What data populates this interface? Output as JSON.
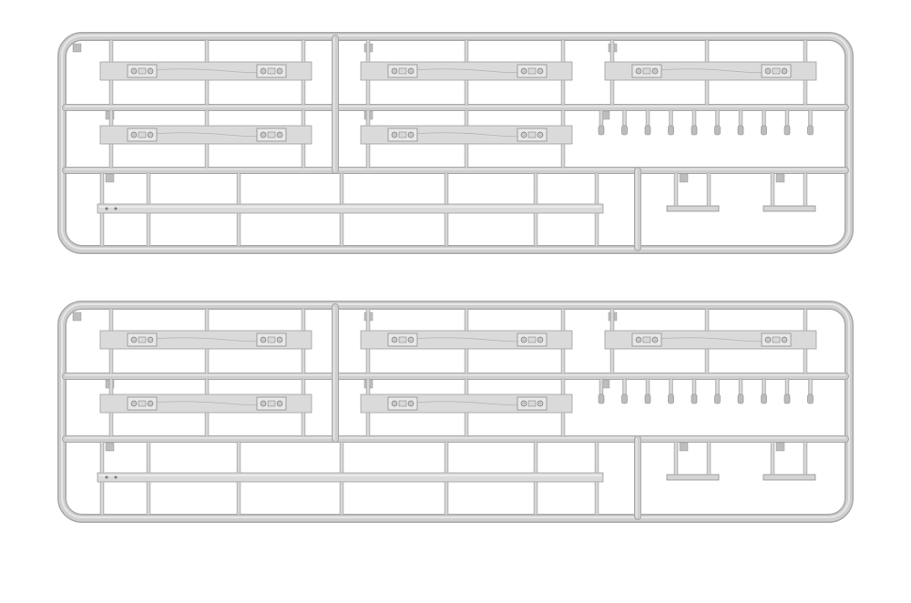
{
  "scene": {
    "subject": "plastic-model-sprue",
    "sprue_count": 2,
    "background_color": "#ffffff",
    "plastic_color": "#cfcfcf",
    "plastic_highlight": "#e6e6e6",
    "plastic_shadow": "#a9a9a9",
    "part_color": "#dadada",
    "part_edge": "#9e9e9e"
  },
  "sprues": [
    {
      "id": "upper",
      "plank_parts": 5,
      "rail_parts": 1,
      "small_pegs": 10,
      "bracket_parts": 2
    },
    {
      "id": "lower",
      "plank_parts": 5,
      "rail_parts": 1,
      "small_pegs": 10,
      "bracket_parts": 2
    }
  ]
}
